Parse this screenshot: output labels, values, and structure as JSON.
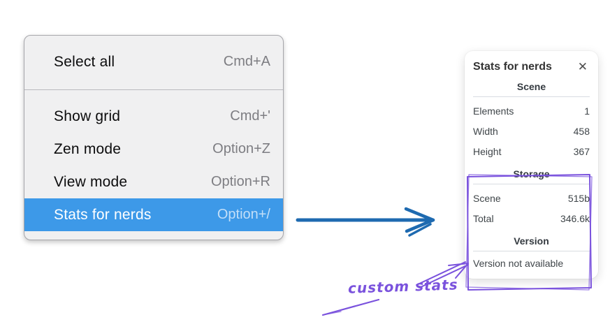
{
  "menu": {
    "groups": [
      {
        "items": [
          {
            "label": "Select all",
            "shortcut": "Cmd+A"
          }
        ]
      },
      {
        "items": [
          {
            "label": "Show grid",
            "shortcut": "Cmd+'"
          },
          {
            "label": "Zen mode",
            "shortcut": "Option+Z"
          },
          {
            "label": "View mode",
            "shortcut": "Option+R"
          },
          {
            "label": "Stats for nerds",
            "shortcut": "Option+/",
            "selected": true
          }
        ]
      }
    ]
  },
  "stats_panel": {
    "title": "Stats for nerds",
    "close_icon": "✕",
    "sections": [
      {
        "heading": "Scene",
        "rows": [
          [
            "Elements",
            "1"
          ],
          [
            "Width",
            "458"
          ],
          [
            "Height",
            "367"
          ]
        ]
      },
      {
        "heading": "Storage",
        "rows": [
          [
            "Scene",
            "515b"
          ],
          [
            "Total",
            "346.6k"
          ]
        ]
      },
      {
        "heading": "Version",
        "note": "Version not available"
      }
    ]
  },
  "annotation": {
    "label": "custom stats"
  },
  "colors": {
    "menu_selected_bg": "#3d99e8",
    "menu_bg": "#f0f0f1",
    "arrow_blue": "#1e6ab0",
    "annotation_purple": "#7a52dd",
    "panel_text": "#343a40"
  }
}
